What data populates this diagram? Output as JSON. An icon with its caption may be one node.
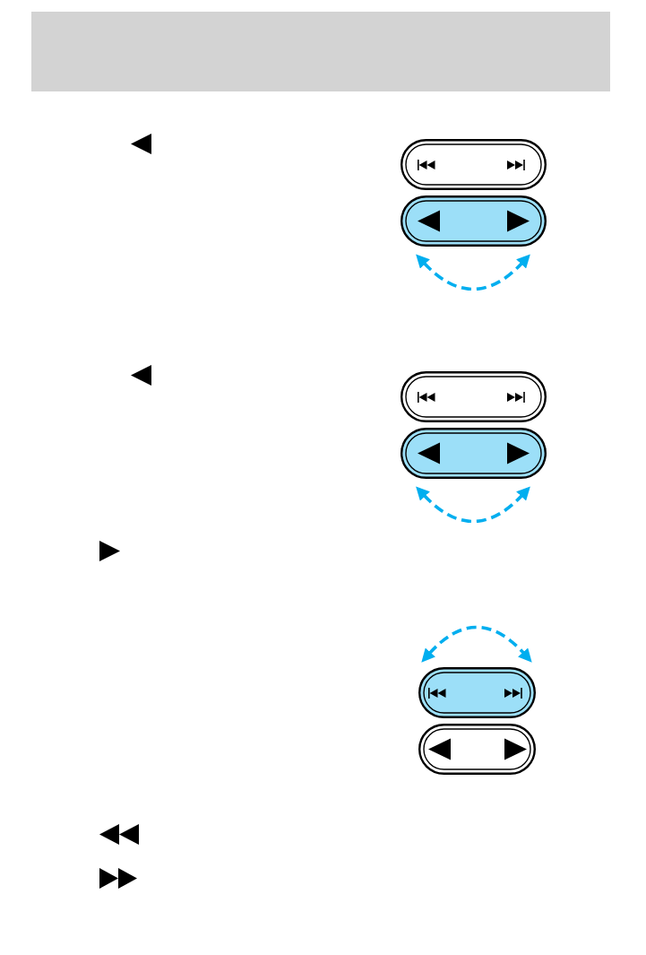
{
  "diagram": {
    "nodes": [
      {
        "text": [],
        "shape": "button"
      },
      {
        "text": [],
        "shape": "button"
      },
      {
        "text": [],
        "shape": "button"
      },
      {
        "text": [],
        "shape": "button"
      },
      {
        "text": [],
        "shape": "button"
      },
      {
        "text": [],
        "shape": "button"
      }
    ]
  }
}
